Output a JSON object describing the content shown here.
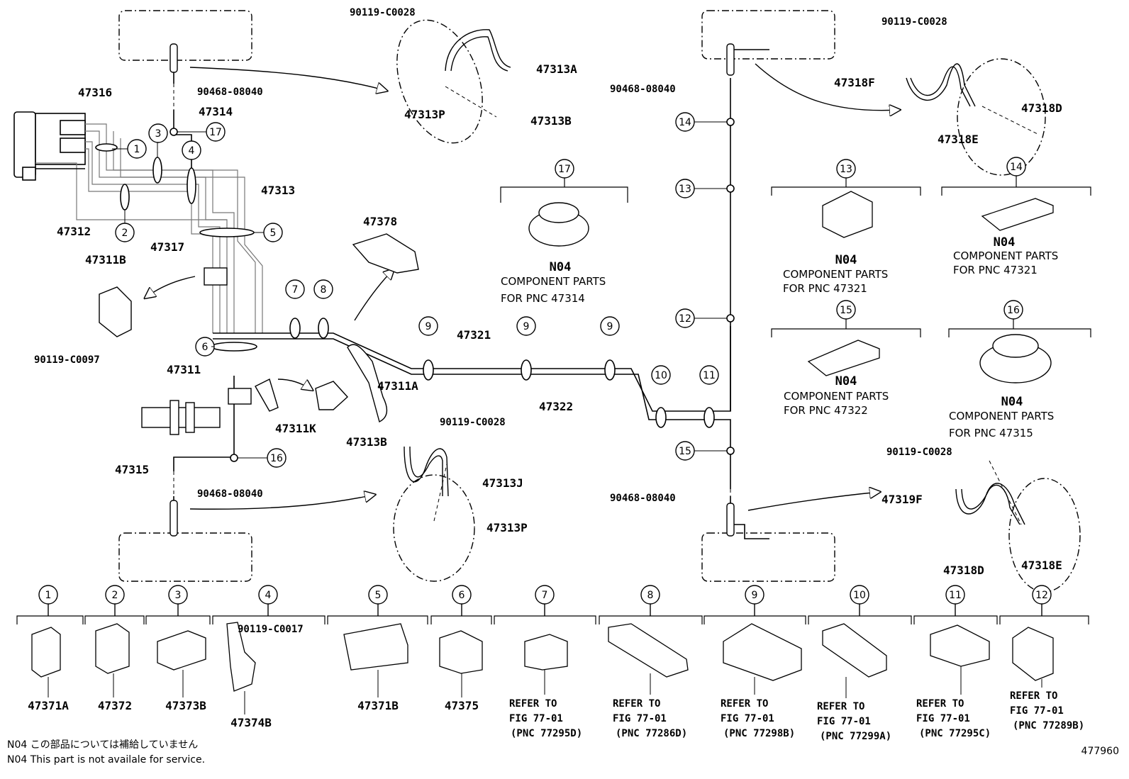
{
  "figure_id": "477960",
  "notes": {
    "jp": "N04 この部品については補給していません",
    "en": "N04 This part is not availale for service."
  },
  "labels": {
    "p47316": "47316",
    "p47314": "47314",
    "p47313": "47313",
    "p47312": "47312",
    "p47317": "47317",
    "p47311B": "47311B",
    "p47311": "47311",
    "p47311A": "47311A",
    "p47311K": "47311K",
    "p47315": "47315",
    "p47378": "47378",
    "p47321": "47321",
    "p47322": "47322",
    "p47313A": "47313A",
    "p47313P_top": "47313P",
    "p47313B_top": "47313B",
    "p47313B_bot": "47313B",
    "p47313J": "47313J",
    "p47313P_bot": "47313P",
    "p47318F": "47318F",
    "p47318D_top": "47318D",
    "p47318E_top": "47318E",
    "p47319F": "47319F",
    "p47318D_bot": "47318D",
    "p47318E_bot": "47318E",
    "b90119_C0028_a": "90119-C0028",
    "b90119_C0028_b": "90119-C0028",
    "b90119_C0028_c": "90119-C0028",
    "b90119_C0028_d": "90119-C0028",
    "b90119_C0097": "90119-C0097",
    "b90119_C0017": "90119-C0017",
    "c90468_a": "90468-08040",
    "c90468_b": "90468-08040",
    "c90468_c": "90468-08040",
    "c90468_d": "90468-08040"
  },
  "n04_boxes": [
    {
      "num": "17",
      "code": "N04",
      "line1": "COMPONENT PARTS",
      "line2": "FOR PNC 47314"
    },
    {
      "num": "13",
      "code": "N04",
      "line1": "COMPONENT PARTS",
      "line2": "FOR PNC 47321"
    },
    {
      "num": "14",
      "code": "N04",
      "line1": "COMPONENT PARTS",
      "line2": "FOR PNC 47321"
    },
    {
      "num": "15",
      "code": "N04",
      "line1": "COMPONENT PARTS",
      "line2": "FOR PNC 47322"
    },
    {
      "num": "16",
      "code": "N04",
      "line1": "COMPONENT PARTS",
      "line2": "FOR PNC 47315"
    }
  ],
  "callouts_main": [
    "1",
    "2",
    "3",
    "4",
    "5",
    "6",
    "7",
    "8",
    "9",
    "9",
    "9",
    "10",
    "11",
    "12",
    "13",
    "14",
    "15",
    "16",
    "17"
  ],
  "bottom_row": [
    {
      "num": "1",
      "part": "47371A"
    },
    {
      "num": "2",
      "part": "47372"
    },
    {
      "num": "3",
      "part": "47373B"
    },
    {
      "num": "4",
      "part": "47374B",
      "bolt": "90119-C0017"
    },
    {
      "num": "5",
      "part": "47371B"
    },
    {
      "num": "6",
      "part": "47375"
    },
    {
      "num": "7",
      "ref1": "REFER TO",
      "ref2": "FIG 77-01",
      "ref3": "(PNC 77295D)"
    },
    {
      "num": "8",
      "ref1": "REFER TO",
      "ref2": "FIG 77-01",
      "ref3": "(PNC 77286D)"
    },
    {
      "num": "9",
      "ref1": "REFER TO",
      "ref2": "FIG 77-01",
      "ref3": "(PNC 77298B)"
    },
    {
      "num": "10",
      "ref1": "REFER TO",
      "ref2": "FIG 77-01",
      "ref3": "(PNC 77299A)"
    },
    {
      "num": "11",
      "ref1": "REFER TO",
      "ref2": "FIG 77-01",
      "ref3": "(PNC 77295C)"
    },
    {
      "num": "12",
      "ref1": "REFER TO",
      "ref2": "FIG 77-01",
      "ref3": "(PNC 77289B)"
    }
  ]
}
